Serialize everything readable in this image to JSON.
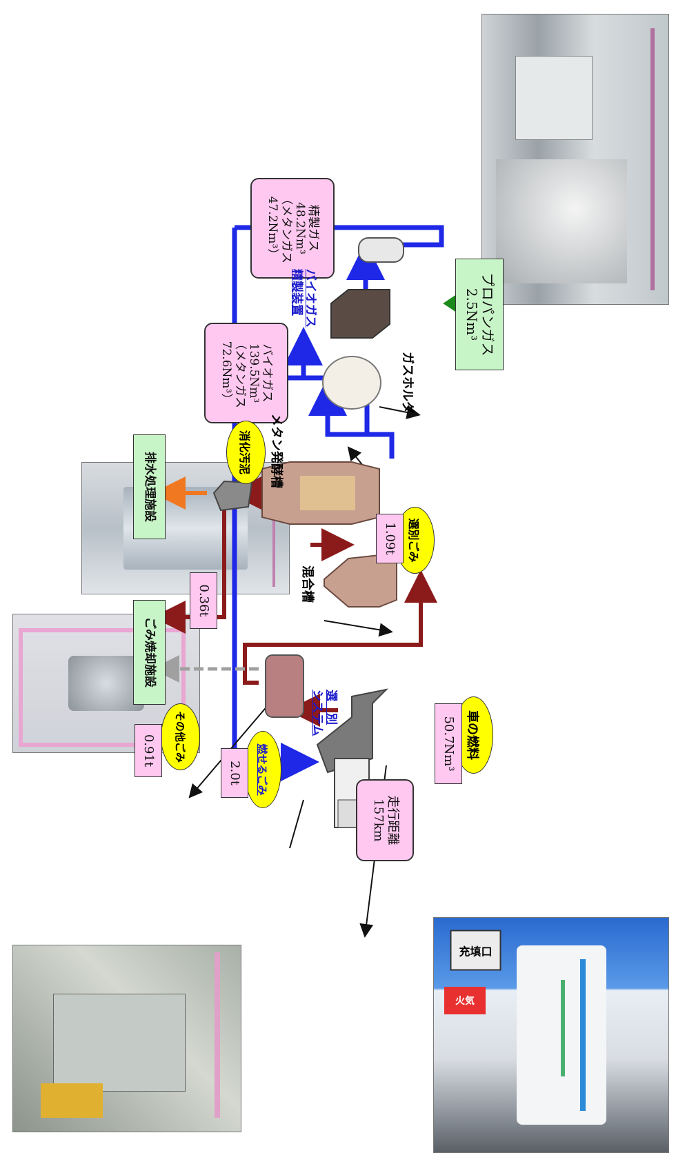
{
  "labels": {
    "propane": "プロパンガス\n2.5Nm³",
    "refined_gas": "精製ガス\n48.2Nm³\n（メタンガス\n47.2Nm³）",
    "biogas": "バイオガス\n139.5Nm³\n（メタンガス\n72.6Nm³）",
    "gas_holder": "ガスホルダ",
    "biogas_refiner": "バイオガス\n精製装置",
    "methane_tank": "メタン発酵槽",
    "digested_sludge": "消化汚泥",
    "wastewater": "排水処理施設",
    "separated_waste": "選別ごみ",
    "separated_amount": "1.09t",
    "mixing_tank": "混合槽",
    "sludge_amount": "0.36t",
    "incinerator": "ごみ焼却施設",
    "sorting_system": "選　別\nシステム",
    "other_waste": "その他ごみ",
    "other_amount": "0.91t",
    "combustible": "燃せるごみ",
    "combustible_amount": "2.0t",
    "car_fuel": "車の燃料",
    "car_fuel_amount": "50.7Nm³",
    "distance": "走行距離\n157km"
  },
  "photos": {
    "truck_sign": "充填口",
    "fire_sign": "火気"
  },
  "colors": {
    "gas_line": "#1e28e6",
    "waste_line": "#8b1a1a",
    "propane_arrow": "#1a8a1a",
    "sludge_arrow": "#f07820",
    "other_arrow": "#a0a0a0",
    "pink_box": "#ffc8f0",
    "green_box": "#c8f5c8",
    "oval": "#ffff00"
  }
}
